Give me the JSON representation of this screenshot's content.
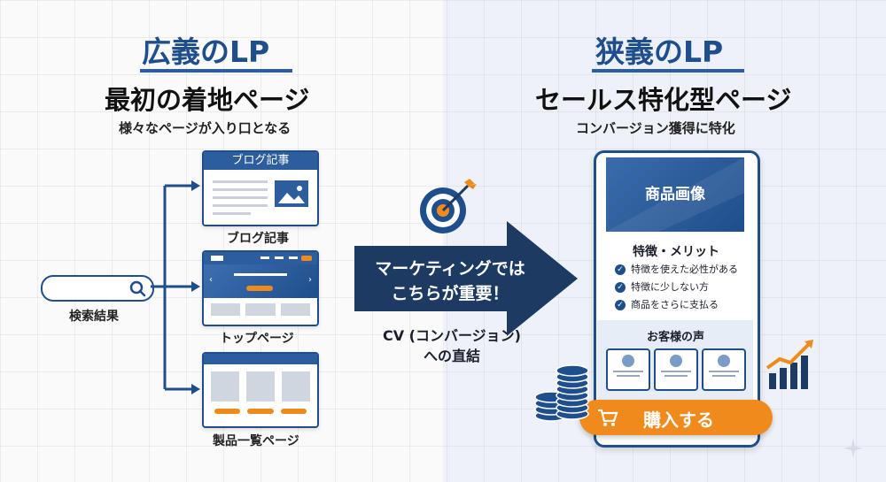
{
  "left": {
    "title": "広義のLP",
    "subtitle": "最初の着地ページ",
    "caption": "様々なページが入り口となる",
    "search_label": "検索結果",
    "pages": [
      {
        "header": "ブログ記事",
        "label": "ブログ記事"
      },
      {
        "label": "トップページ"
      },
      {
        "label": "製品一覧ページ"
      }
    ]
  },
  "middle": {
    "arrow_text": "マーケティングでは\nこちらが重要！",
    "note": "CV (コンバージョン)\nへの直結"
  },
  "right": {
    "title": "狭義のLP",
    "subtitle": "セールス特化型ページ",
    "caption": "コンバージョン獲得に特化",
    "hero_label": "商品画像",
    "features_title": "特徴・メリット",
    "features": [
      "特徴を使えた必性がある",
      "特徴に少しない方",
      "商品をさらに支払る"
    ],
    "voices_title": "お客様の声",
    "buy_button": "購入する"
  },
  "colors": {
    "navy": "#1f4e8c",
    "orange": "#f08a1c",
    "dark_arrow": "#1d3a63"
  },
  "icons": [
    "search-icon",
    "target-icon",
    "cart-icon",
    "coins-icon",
    "growth-chart-icon",
    "image-icon",
    "sparkle-icon"
  ]
}
